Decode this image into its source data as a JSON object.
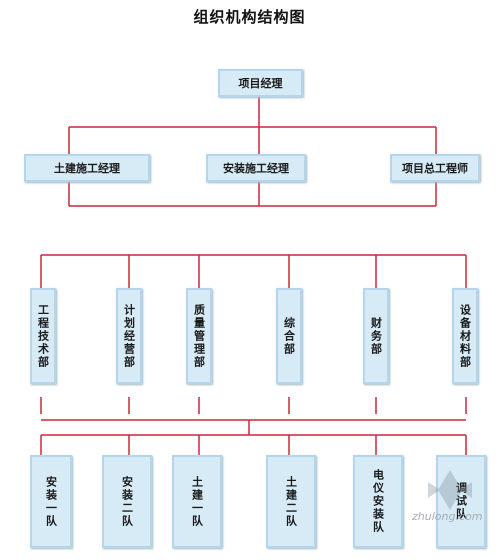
{
  "title": "组织机构结构图",
  "root": "项目经理",
  "managers": [
    "土建施工经理",
    "安装施工经理",
    "项目总工程师"
  ],
  "departments": [
    "工程技术部",
    "计划经营部",
    "质量管理部",
    "综合部",
    "财务部",
    "设备材料部"
  ],
  "teams": [
    "安装一队",
    "安装二队",
    "土建一队",
    "土建二队",
    "电仪安装队",
    "调试队"
  ],
  "watermark": "zhulong.com",
  "colors": {
    "line": "#c8283c",
    "box_fill": "#d7ebf7",
    "box_border": "#b4d6ec"
  }
}
